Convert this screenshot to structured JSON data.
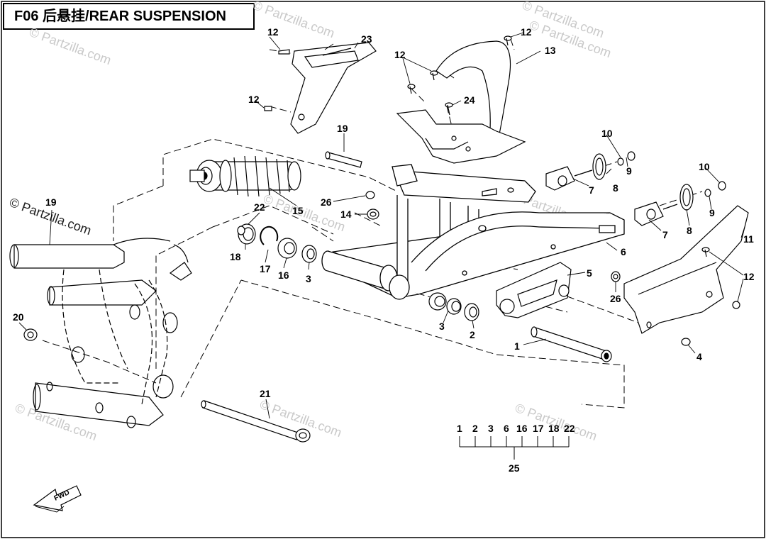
{
  "title": "F06 后悬挂/REAR SUSPENSION",
  "watermark": "© Partzilla.com",
  "fwd_label": "FWD",
  "callouts": {
    "c1": "1",
    "c2": "2",
    "c3a": "3",
    "c3b": "3",
    "c4": "4",
    "c5": "5",
    "c6": "6",
    "c7a": "7",
    "c7b": "7",
    "c8a": "8",
    "c8b": "8",
    "c9a": "9",
    "c9b": "9",
    "c10a": "10",
    "c10b": "10",
    "c11": "11",
    "c12a": "12",
    "c12b": "12",
    "c12c": "12",
    "c12d": "12",
    "c12e": "12",
    "c13": "13",
    "c14": "14",
    "c15": "15",
    "c16": "16",
    "c17": "17",
    "c18": "18",
    "c19a": "19",
    "c19b": "19",
    "c20": "20",
    "c21": "21",
    "c22": "22",
    "c23": "23",
    "c24": "24",
    "c25": "25",
    "c26a": "26",
    "c26b": "26"
  },
  "kit": {
    "items": [
      "1",
      "2",
      "3",
      "6",
      "16",
      "17",
      "18",
      "22"
    ],
    "label": "25"
  }
}
